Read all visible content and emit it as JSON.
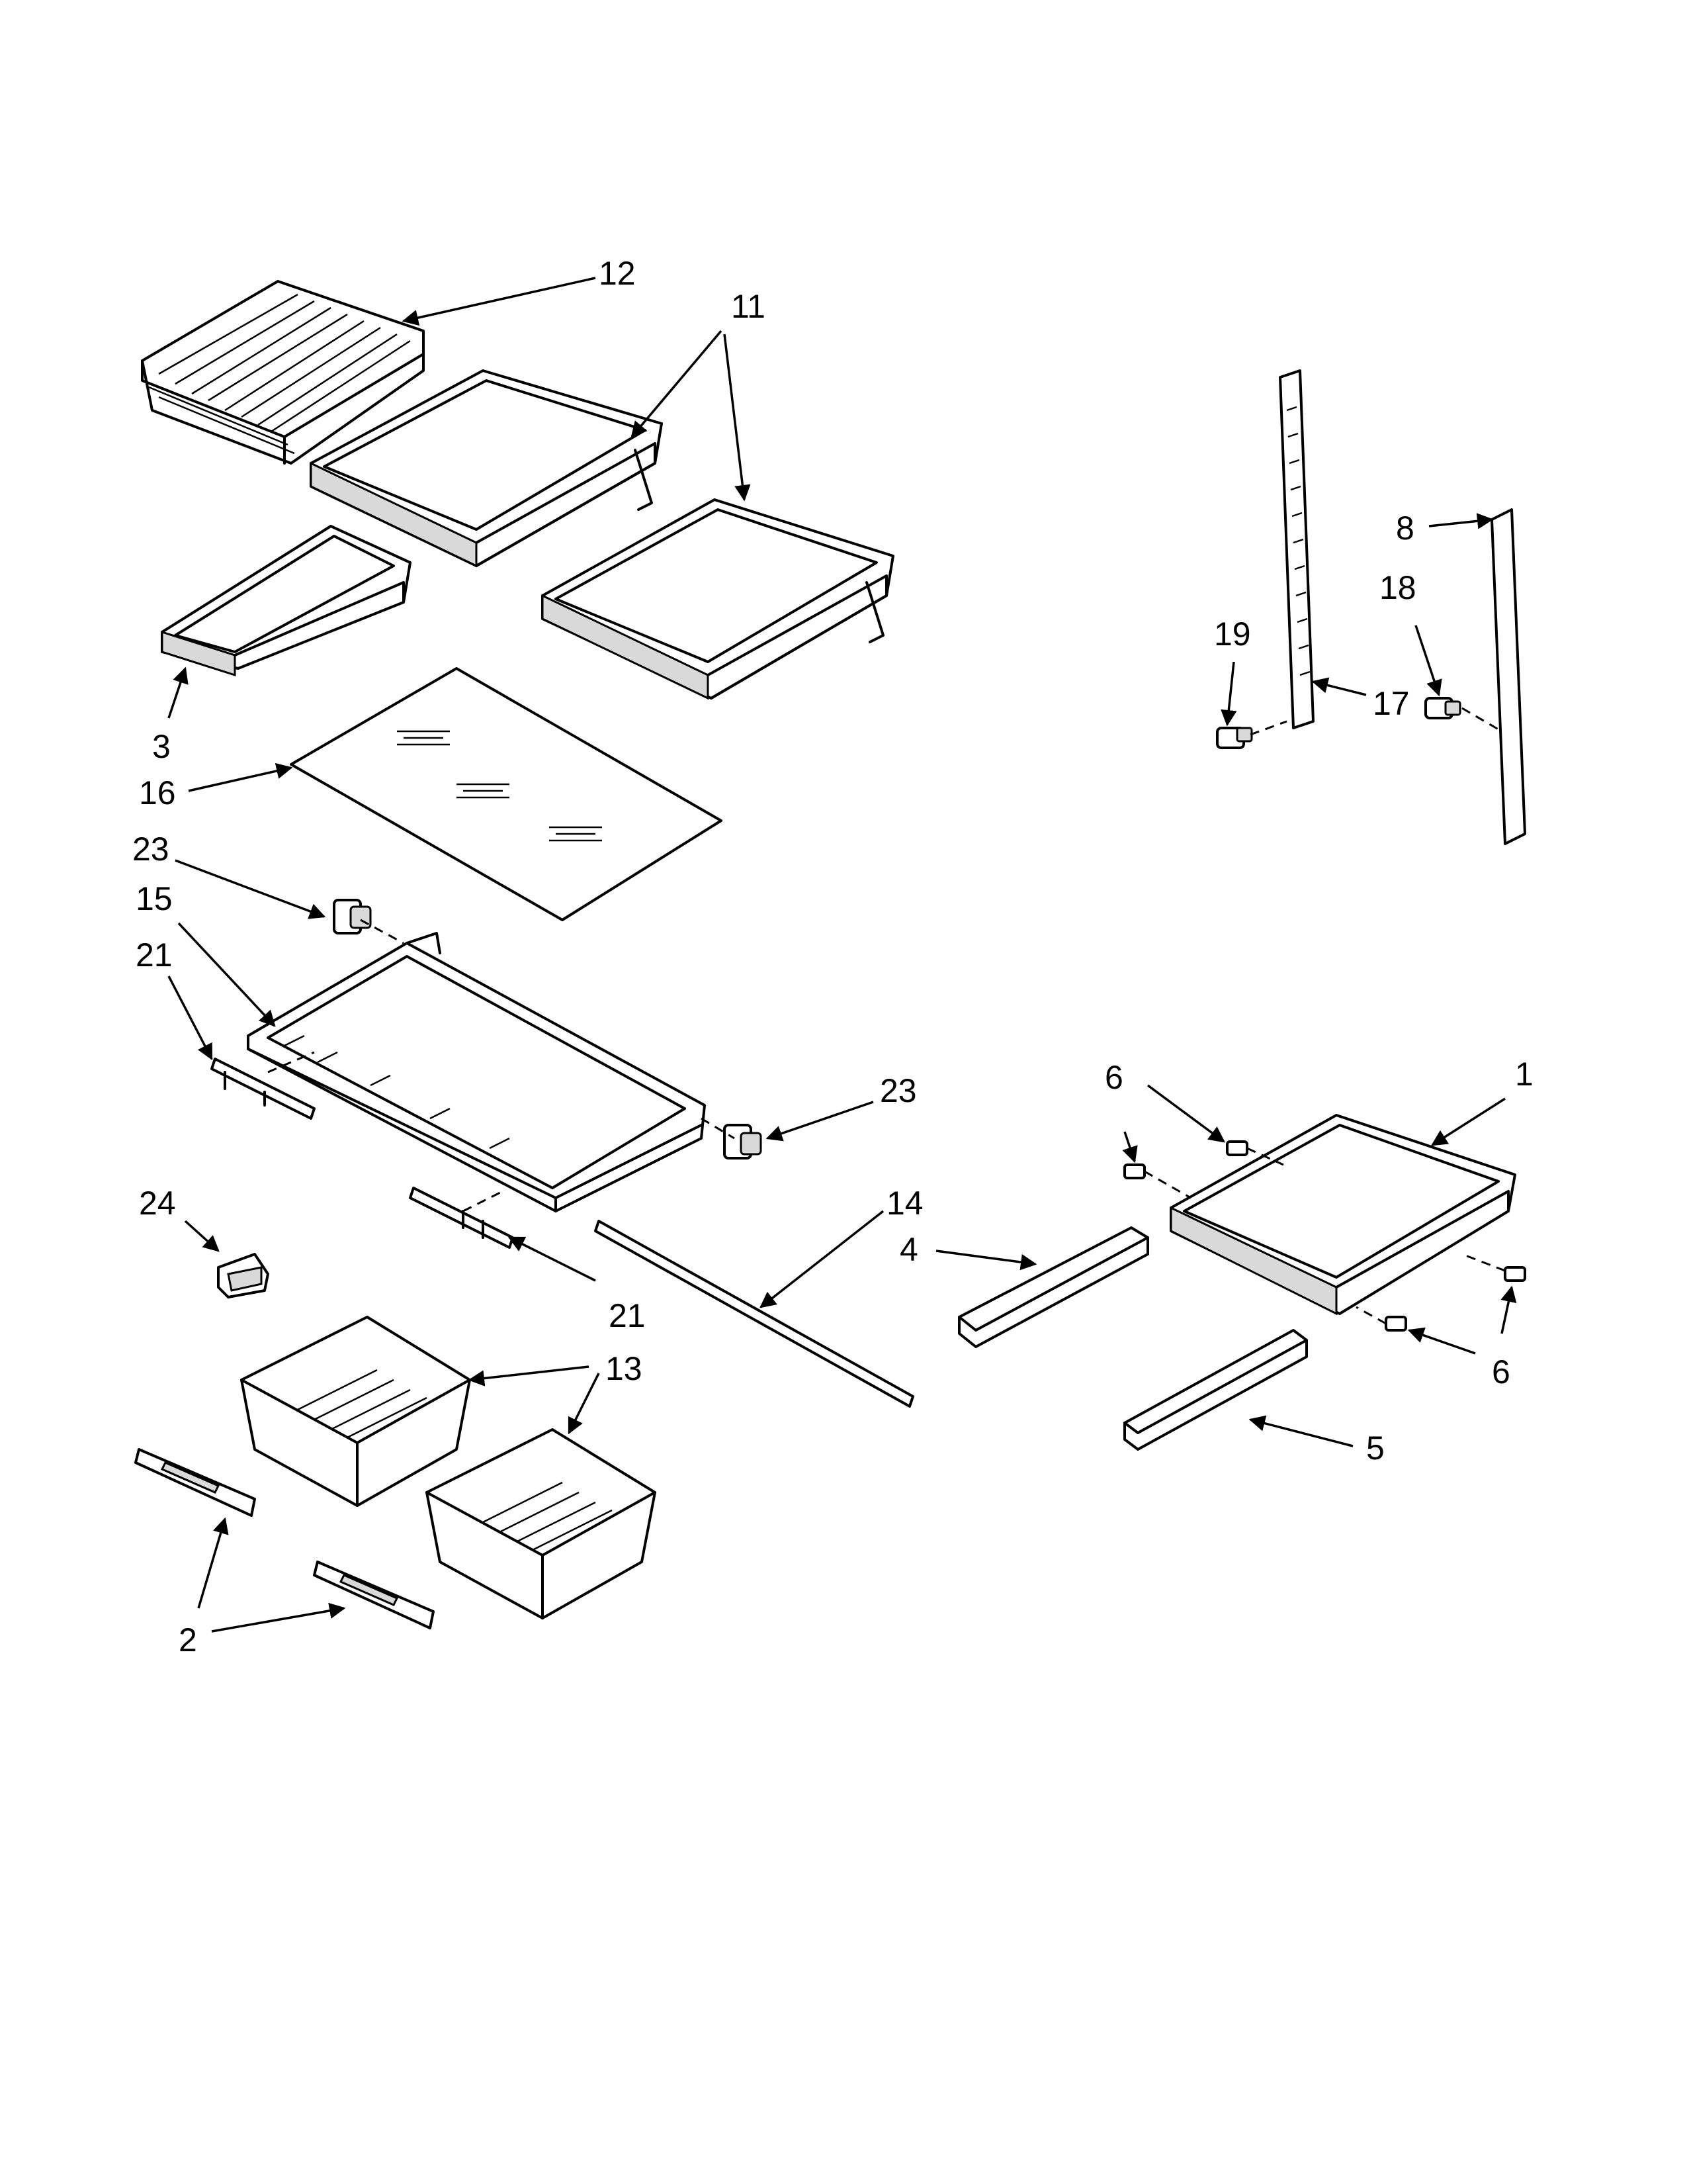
{
  "callouts": [
    {
      "id": "c12",
      "label": "12"
    },
    {
      "id": "c11",
      "label": "11"
    },
    {
      "id": "c3",
      "label": "3"
    },
    {
      "id": "c16",
      "label": "16"
    },
    {
      "id": "c23a",
      "label": "23"
    },
    {
      "id": "c15",
      "label": "15"
    },
    {
      "id": "c21a",
      "label": "21"
    },
    {
      "id": "c23b",
      "label": "23"
    },
    {
      "id": "c24",
      "label": "24"
    },
    {
      "id": "c21b",
      "label": "21"
    },
    {
      "id": "c14",
      "label": "14"
    },
    {
      "id": "c13",
      "label": "13"
    },
    {
      "id": "c2",
      "label": "2"
    },
    {
      "id": "c4",
      "label": "4"
    },
    {
      "id": "c5",
      "label": "5"
    },
    {
      "id": "c6a",
      "label": "6"
    },
    {
      "id": "c6b",
      "label": "6"
    },
    {
      "id": "c1",
      "label": "1"
    },
    {
      "id": "c8",
      "label": "8"
    },
    {
      "id": "c18",
      "label": "18"
    },
    {
      "id": "c19",
      "label": "19"
    },
    {
      "id": "c17",
      "label": "17"
    }
  ]
}
